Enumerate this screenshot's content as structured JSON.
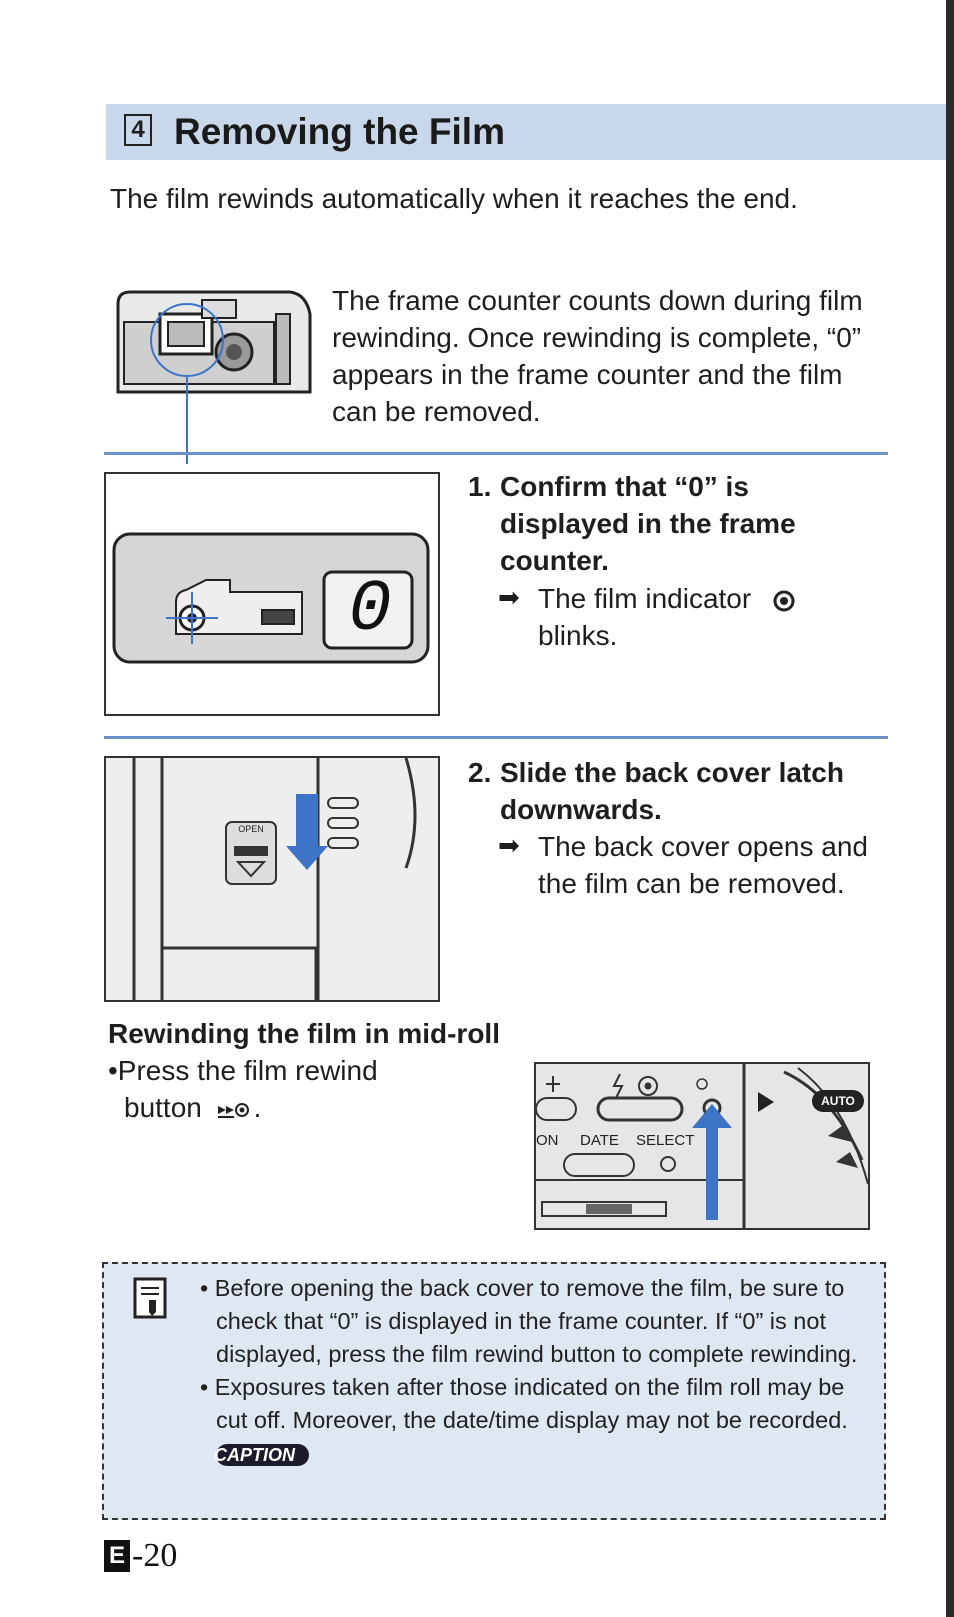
{
  "section": {
    "number": "4",
    "title": "Removing the Film"
  },
  "intro": "The film rewinds automatically when it reaches the end.",
  "counter_text": "The frame counter counts down during film rewinding. Once rewinding is complete, “0” appears in the frame counter and the film can be removed.",
  "step1": {
    "number": "1.",
    "title": "Confirm that “0” is displayed in the frame counter.",
    "arrow": "➡",
    "result_a": "The film indicator",
    "result_b": "blinks.",
    "display_digit": "0"
  },
  "step2": {
    "number": "2.",
    "title": "Slide the back cover latch downwards.",
    "arrow": "➡",
    "result": "The back cover opens and the film can be removed.",
    "latch_label": "OPEN"
  },
  "midroll": {
    "heading": "Rewinding the film in mid-roll",
    "bullet_a": "•Press the film rewind",
    "bullet_b": "button",
    "bullet_end": ".",
    "panel_labels": [
      "ON",
      "DATE",
      "SELECT"
    ],
    "auto_label": "AUTO"
  },
  "note": {
    "bullet1": "• Before opening the back cover to remove the film, be sure to check that “0” is displayed in the frame counter. If “0” is not displayed, press the film rewind button to complete rewinding.",
    "bullet2": "• Exposures taken after those indicated on the film roll may be cut off. Moreover, the date/time display may not be recorded.",
    "caption": "CAPTION"
  },
  "footer": {
    "letter": "E",
    "page": "-20"
  },
  "colors": {
    "header_bg": "#c9d7ea",
    "rule": "#6b8fc7",
    "note_bg": "#dfe7f2",
    "arrow_blue": "#3d74c7"
  }
}
